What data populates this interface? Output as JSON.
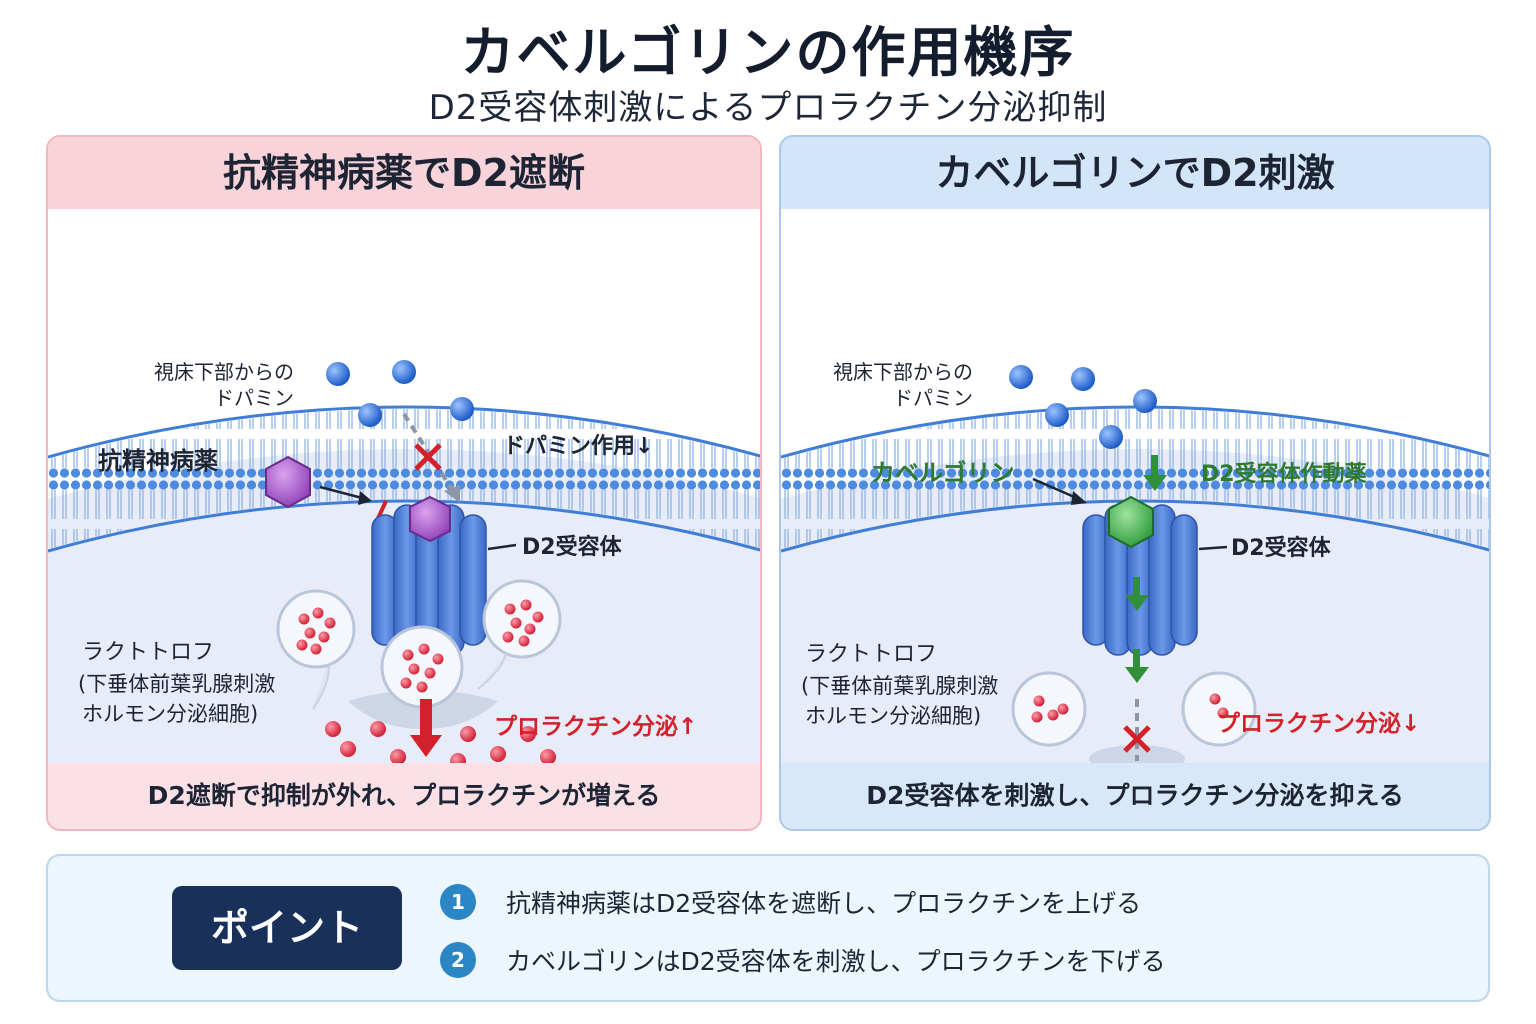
{
  "title": "カベルゴリンの作用機序",
  "subtitle": "D2受容体刺激によるプロラクチン分泌抑制",
  "left_panel": {
    "heading": "抗精神病薬でD2遮断",
    "dopamine_label_1": "視床下部からの",
    "dopamine_label_2": "ドパミン",
    "drug_label": "抗精神病薬",
    "effect_label": "ドパミン作用↓",
    "receptor_label": "D2受容体",
    "cell_label_1": "ラクトトロフ",
    "cell_label_2": "(下垂体前葉乳腺刺激",
    "cell_label_3": "ホルモン分泌細胞)",
    "secretion_label": "プロラクチン分泌↑",
    "footer": "D2遮断で抑制が外れ、プロラクチンが増える"
  },
  "right_panel": {
    "heading": "カベルゴリンでD2刺激",
    "dopamine_label_1": "視床下部からの",
    "dopamine_label_2": "ドパミン",
    "drug_label": "カベルゴリン",
    "agonist_label": "D2受容体作動薬",
    "receptor_label": "D2受容体",
    "cell_label_1": "ラクトトロフ",
    "cell_label_2": "(下垂体前葉乳腺刺激",
    "cell_label_3": "ホルモン分泌細胞)",
    "secretion_label": "プロラクチン分泌↓",
    "footer": "D2受容体を刺激し、プロラクチン分泌を抑える"
  },
  "points": {
    "badge": "ポイント",
    "items": [
      {
        "num": "1",
        "text": "抗精神病薬はD2受容体を遮断し、プロラクチンを上げる"
      },
      {
        "num": "2",
        "text": "カベルゴリンはD2受容体を刺激し、プロラクチンを下げる"
      }
    ]
  },
  "colors": {
    "dopamine": "#2f6fd6",
    "antipsychotic": "#a75ec9",
    "cabergoline": "#3bab45",
    "receptor": "#4a7cd6",
    "prolactin": "#e0384d",
    "block_x": "#d3202a",
    "green_arrow": "#2f8f3a"
  }
}
